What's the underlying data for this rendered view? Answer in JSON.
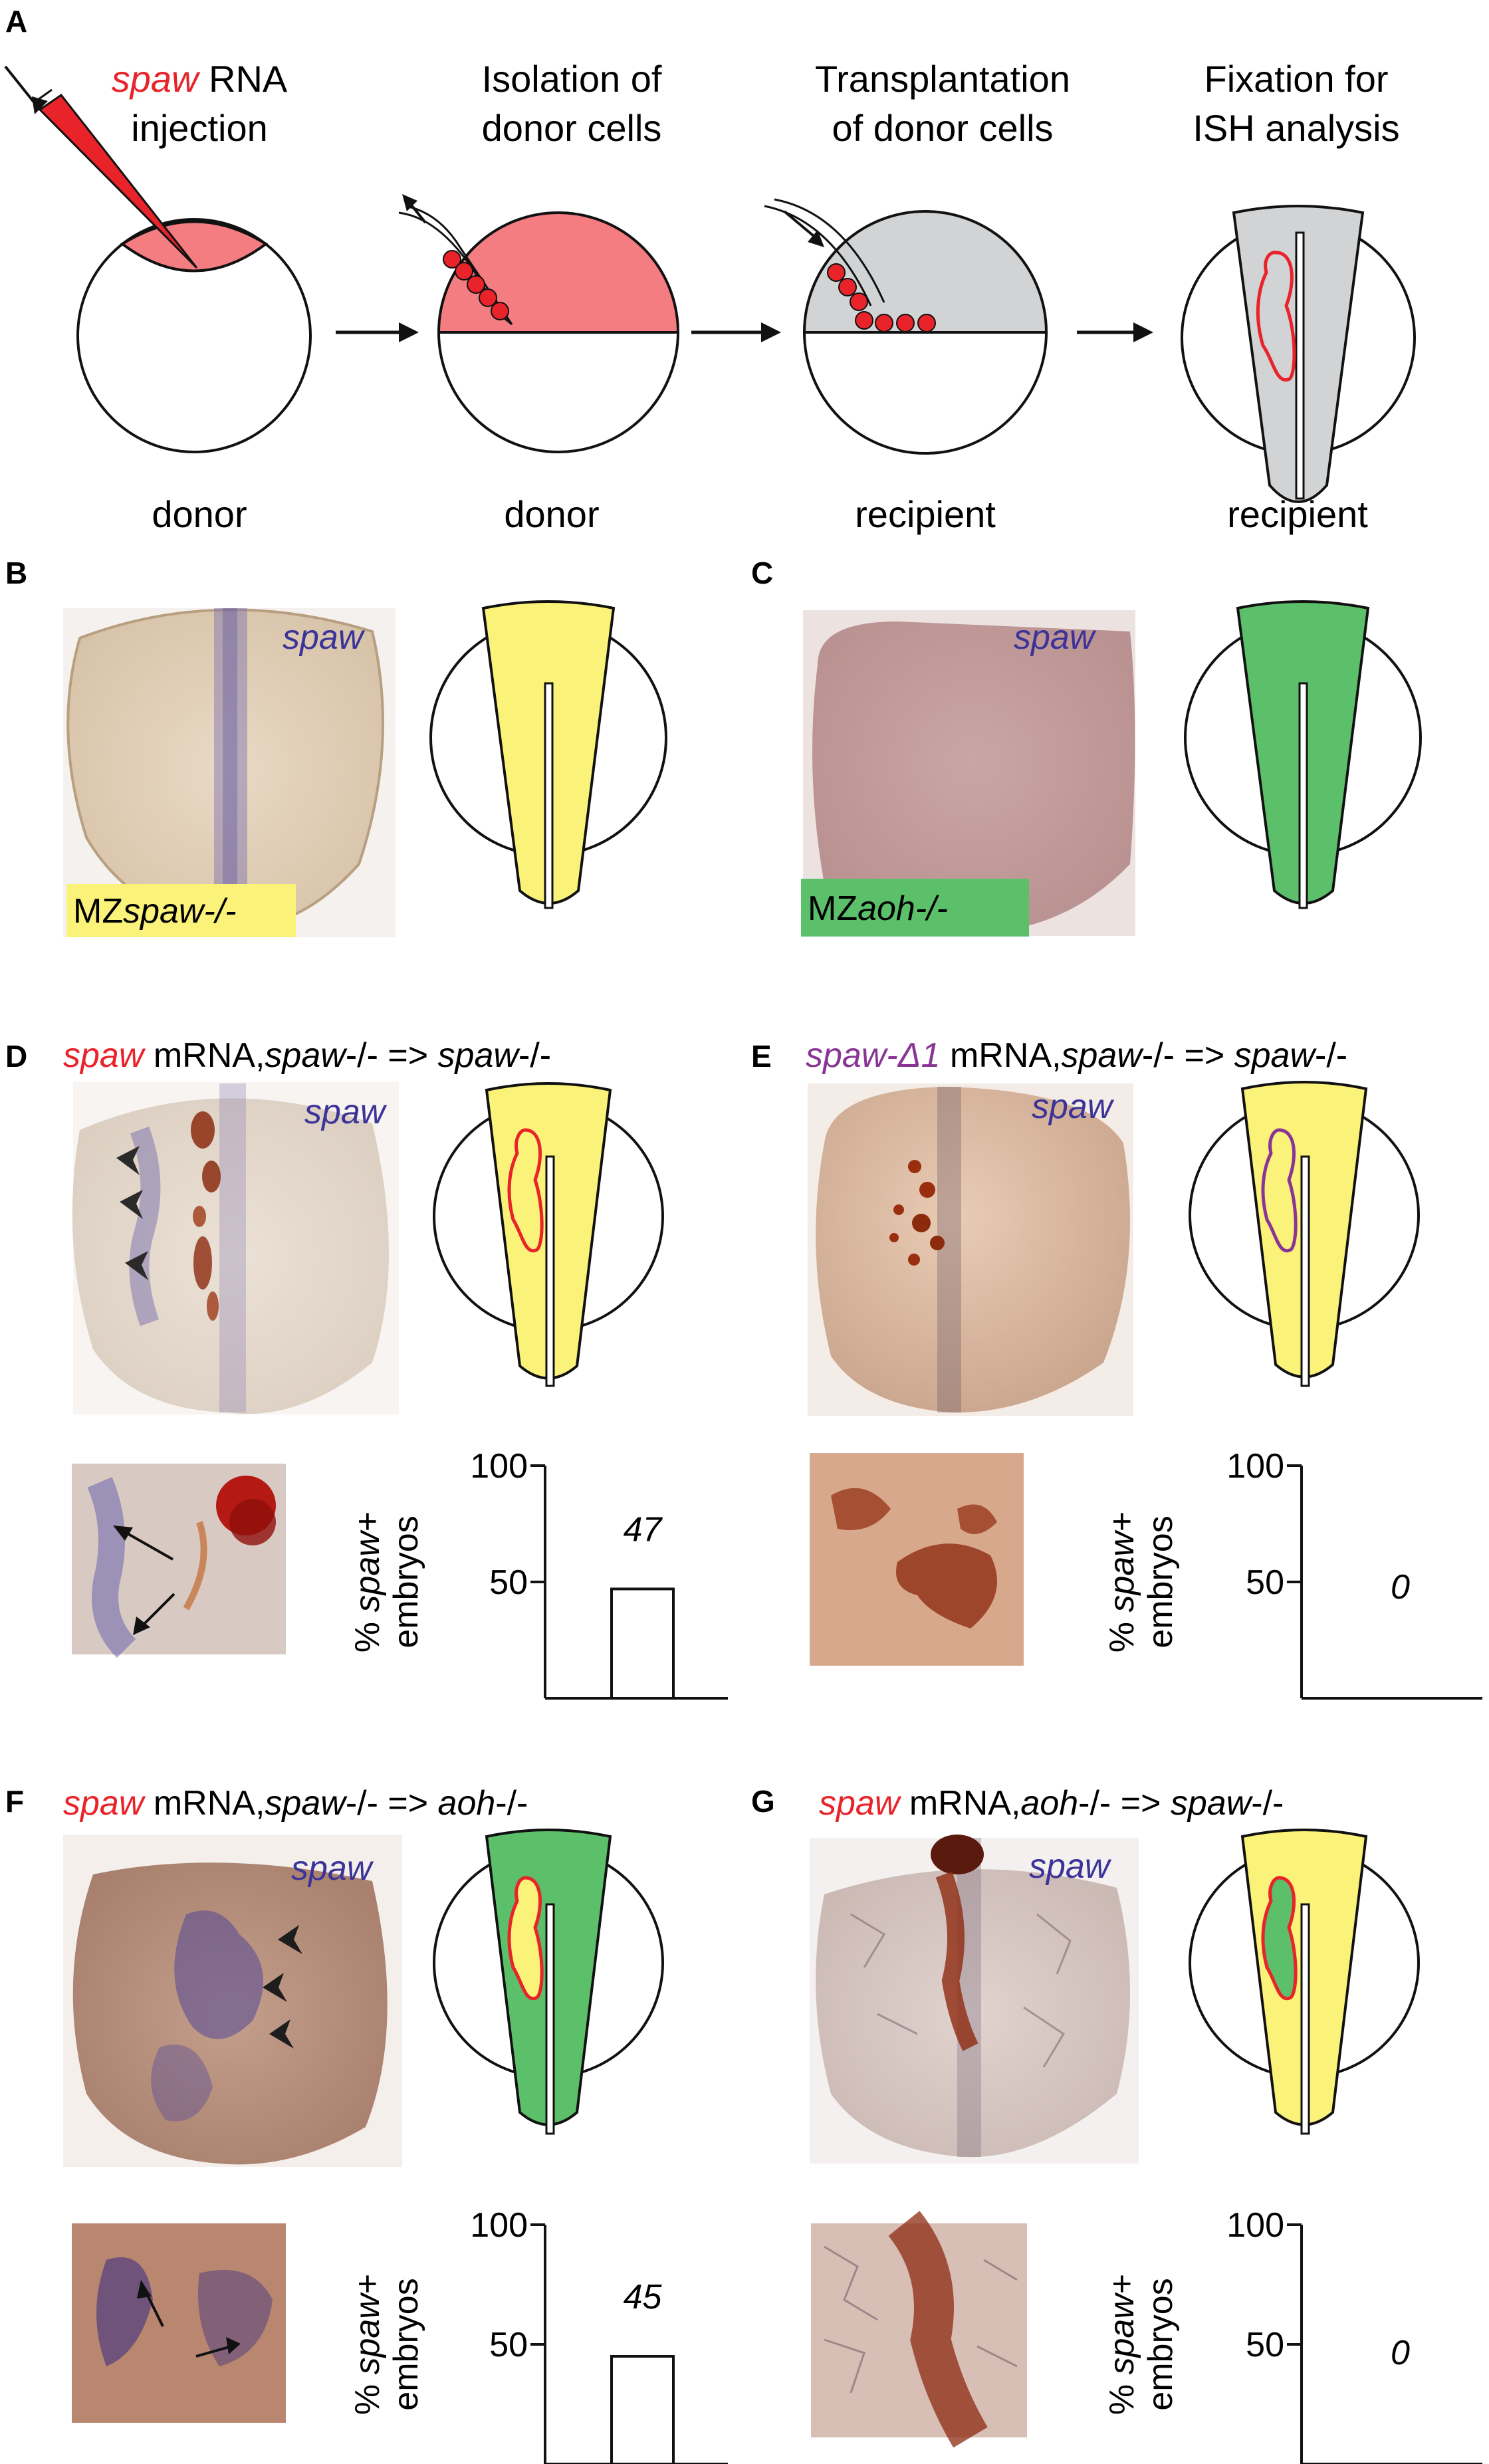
{
  "panel_letters": {
    "A": "A",
    "B": "B",
    "C": "C",
    "D": "D",
    "E": "E",
    "F": "F",
    "G": "G"
  },
  "colors": {
    "spaw_red": "#e8232a",
    "pink_fill": "#f47d82",
    "gray_fill": "#d1d3d4",
    "yellow": "#fbf27a",
    "green": "#5cbf6a",
    "spaw_blue": "#3b3398",
    "purple": "#8a3596"
  },
  "panelA": {
    "steps": [
      {
        "title_italic": "spaw",
        "title_rest": " RNA",
        "line2": "injection",
        "caption": "donor"
      },
      {
        "line1": "Isolation of",
        "line2": "donor cells",
        "caption": "donor"
      },
      {
        "line1": "Transplantation",
        "line2": "of donor cells",
        "caption": "recipient"
      },
      {
        "line1": "Fixation for",
        "line2": "ISH analysis",
        "caption": "recipient"
      }
    ]
  },
  "panelB": {
    "probe": "spaw",
    "badge_prefix": "MZ",
    "badge_italic": "spaw-/-"
  },
  "panelC": {
    "probe": "spaw",
    "badge_prefix": "MZ",
    "badge_italic": "aoh-/-"
  },
  "panelD": {
    "t1": "spaw",
    "t2": " mRNA,",
    "t3": "spaw",
    "t4": "-/-  => ",
    "t5": "spaw",
    "t6": "-/-",
    "probe": "spaw"
  },
  "panelE": {
    "t1": "spaw-Δ1",
    "t2": " mRNA,",
    "t3": "spaw",
    "t4": "-/-  => ",
    "t5": "spaw",
    "t6": "-/-",
    "probe": "spaw"
  },
  "panelF": {
    "t1": "spaw",
    "t2": " mRNA,",
    "t3": "spaw",
    "t4": "-/-  => ",
    "t5": "aoh",
    "t6": "-/-",
    "probe": "spaw"
  },
  "panelG": {
    "t1": "spaw",
    "t2": " mRNA,",
    "t3": "aoh",
    "t4": "-/-  => ",
    "t5": "spaw",
    "t6": "-/-",
    "probe": "spaw"
  },
  "ylabel": {
    "p1": "% ",
    "p2": "spaw",
    "p3": "+",
    "line2": "embryos"
  },
  "chart_data": [
    {
      "panel": "D",
      "type": "bar",
      "categories": [
        ""
      ],
      "values": [
        47
      ],
      "data_label": "47",
      "ylim": [
        0,
        100
      ],
      "yticks": [
        "50",
        "100"
      ]
    },
    {
      "panel": "E",
      "type": "bar",
      "categories": [
        ""
      ],
      "values": [
        0
      ],
      "data_label": "0",
      "ylim": [
        0,
        100
      ],
      "yticks": [
        "50",
        "100"
      ]
    },
    {
      "panel": "F",
      "type": "bar",
      "categories": [
        ""
      ],
      "values": [
        45
      ],
      "data_label": "45",
      "ylim": [
        0,
        100
      ],
      "yticks": [
        "50",
        "100"
      ]
    },
    {
      "panel": "G",
      "type": "bar",
      "categories": [
        ""
      ],
      "values": [
        0
      ],
      "data_label": "0",
      "ylim": [
        0,
        100
      ],
      "yticks": [
        "50",
        "100"
      ]
    }
  ]
}
